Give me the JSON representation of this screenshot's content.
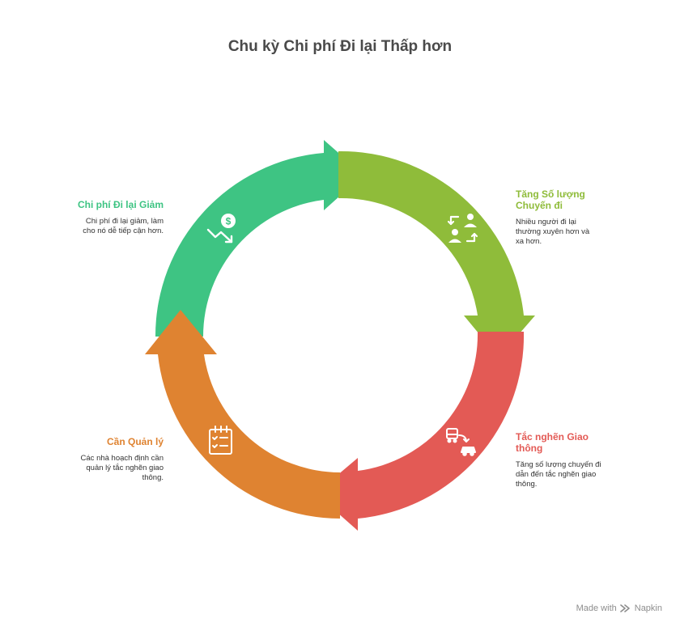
{
  "title": "Chu kỳ Chi phí Đi lại Thấp hơn",
  "colors": {
    "green": "#3ec483",
    "lime": "#8fbc3a",
    "red": "#e35a55",
    "orange": "#df8331"
  },
  "steps": [
    {
      "heading": "Chi phí Đi lại Giảm",
      "description": "Chi phí đi lại giảm, làm cho nó dễ tiếp cận hơn.",
      "icon": "dollar-down-trend-icon",
      "color": "#3ec483"
    },
    {
      "heading": "Tăng Số lượng Chuyến đi",
      "description": "Nhiều người đi lại thường xuyên hơn và xa hơn.",
      "icon": "people-exchange-icon",
      "color": "#8fbc3a"
    },
    {
      "heading": "Tắc nghẽn Giao thông",
      "description": "Tăng số lượng chuyến đi dẫn đến tắc nghẽn giao thông.",
      "icon": "traffic-vehicles-icon",
      "color": "#e35a55"
    },
    {
      "heading": "Cần Quản lý",
      "description": "Các nhà hoạch định cần quản lý tắc nghẽn giao thông.",
      "icon": "checklist-icon",
      "color": "#df8331"
    }
  ],
  "footer": {
    "made_with": "Made with",
    "brand": "Napkin"
  }
}
